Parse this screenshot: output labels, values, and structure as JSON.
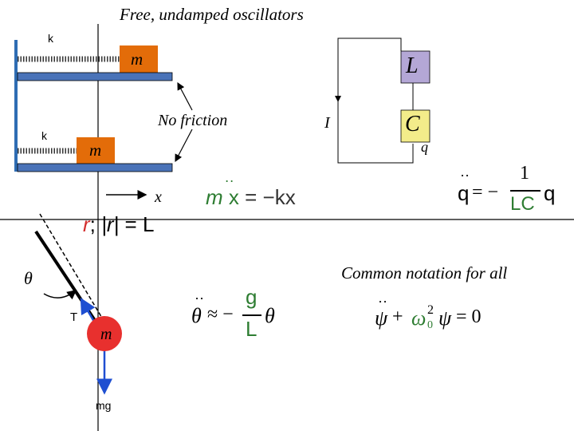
{
  "title": "Free, undamped oscillators",
  "colors": {
    "wall": "#2f6db3",
    "floor": "#4a73b8",
    "spring": "#333333",
    "mass": "#e36c09",
    "inductor": "#b4a7d6",
    "capacitor": "#f3ec8a",
    "bob": "#e8302e",
    "green": "#2e7d32",
    "red": "#d32f2f",
    "arrow_blue": "#1f4fd1"
  },
  "springs": {
    "top": {
      "k_label": "k",
      "mass_label": "m"
    },
    "bottom": {
      "k_label": "k",
      "mass_label": "m"
    },
    "friction_label": "No friction",
    "x_label": "x",
    "equation": {
      "lhs_m": "m",
      "lhs_x": "x",
      "rhs": "= −k",
      "rhs_x": "x"
    }
  },
  "circuit": {
    "inductor_label": "L",
    "capacitor_label": "C",
    "current_label": "I",
    "charge_label": "q",
    "equation": {
      "lhs": "q",
      "eq": "= −",
      "numer": "1",
      "denom": "LC",
      "rhs": "q"
    }
  },
  "pendulum": {
    "r_vec": "r",
    "r_sep": ";",
    "r_abs": "|r|",
    "r_eq": "= L",
    "theta": "θ",
    "tension": "T",
    "mass": "m",
    "gravity": "mg",
    "equation": {
      "lhs": "θ",
      "approx": "≈ −",
      "numer": "g",
      "denom": "L",
      "rhs": "θ"
    }
  },
  "common": {
    "note": "Common notation for all",
    "equation": {
      "psi": "ψ",
      "plus": "+",
      "omega": "ω",
      "sub": "0",
      "sup": "2",
      "psi2": "ψ",
      "eq": "= 0"
    }
  }
}
